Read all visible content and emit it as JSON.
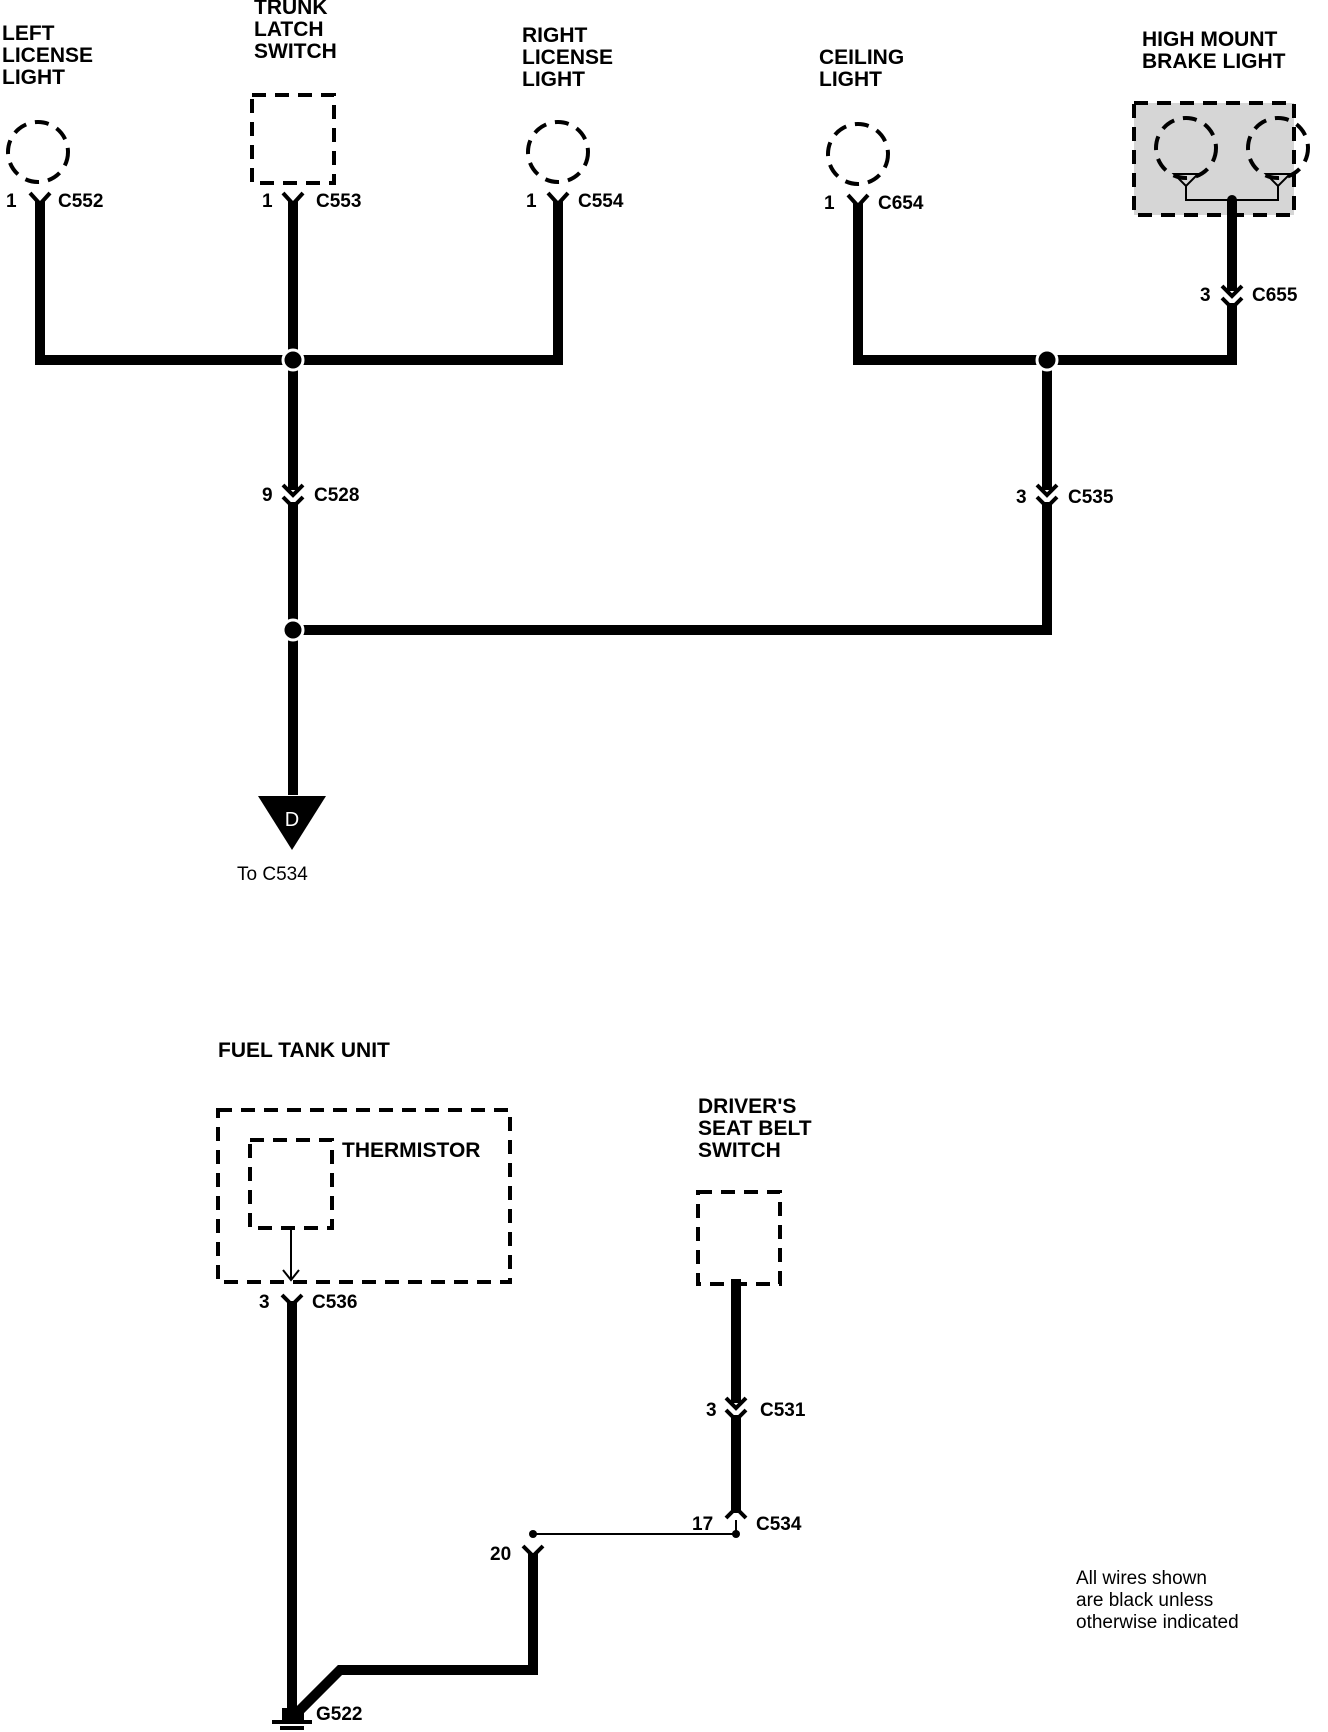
{
  "components": {
    "left_license_light": [
      "LEFT",
      "LICENSE",
      "LIGHT"
    ],
    "trunk_latch_switch": [
      "TRUNK",
      "LATCH",
      "SWITCH"
    ],
    "right_license_light": [
      "RIGHT",
      "LICENSE",
      "LIGHT"
    ],
    "ceiling_light": [
      "CEILING",
      "LIGHT"
    ],
    "high_mount_brake_light": [
      "HIGH MOUNT",
      "BRAKE LIGHT"
    ],
    "fuel_tank_unit": "FUEL TANK UNIT",
    "thermistor": "THERMISTOR",
    "drivers_seat_belt_switch": [
      "DRIVER'S",
      "SEAT BELT",
      "SWITCH"
    ]
  },
  "connectors": {
    "c552": {
      "pin": "1",
      "id": "C552"
    },
    "c553": {
      "pin": "1",
      "id": "C553"
    },
    "c554": {
      "pin": "1",
      "id": "C554"
    },
    "c654": {
      "pin": "1",
      "id": "C654"
    },
    "c655": {
      "pin": "3",
      "id": "C655"
    },
    "c528": {
      "pin": "9",
      "id": "C528"
    },
    "c535": {
      "pin": "3",
      "id": "C535"
    },
    "c536": {
      "pin": "3",
      "id": "C536"
    },
    "c531": {
      "pin": "3",
      "id": "C531"
    },
    "c534": {
      "pin": "17",
      "id": "C534"
    },
    "pin20": {
      "pin": "20"
    }
  },
  "ground": "G522",
  "offpage": {
    "letter": "D",
    "label": "To C534"
  },
  "note": [
    "All wires shown",
    "are black unless",
    "otherwise indicated"
  ]
}
